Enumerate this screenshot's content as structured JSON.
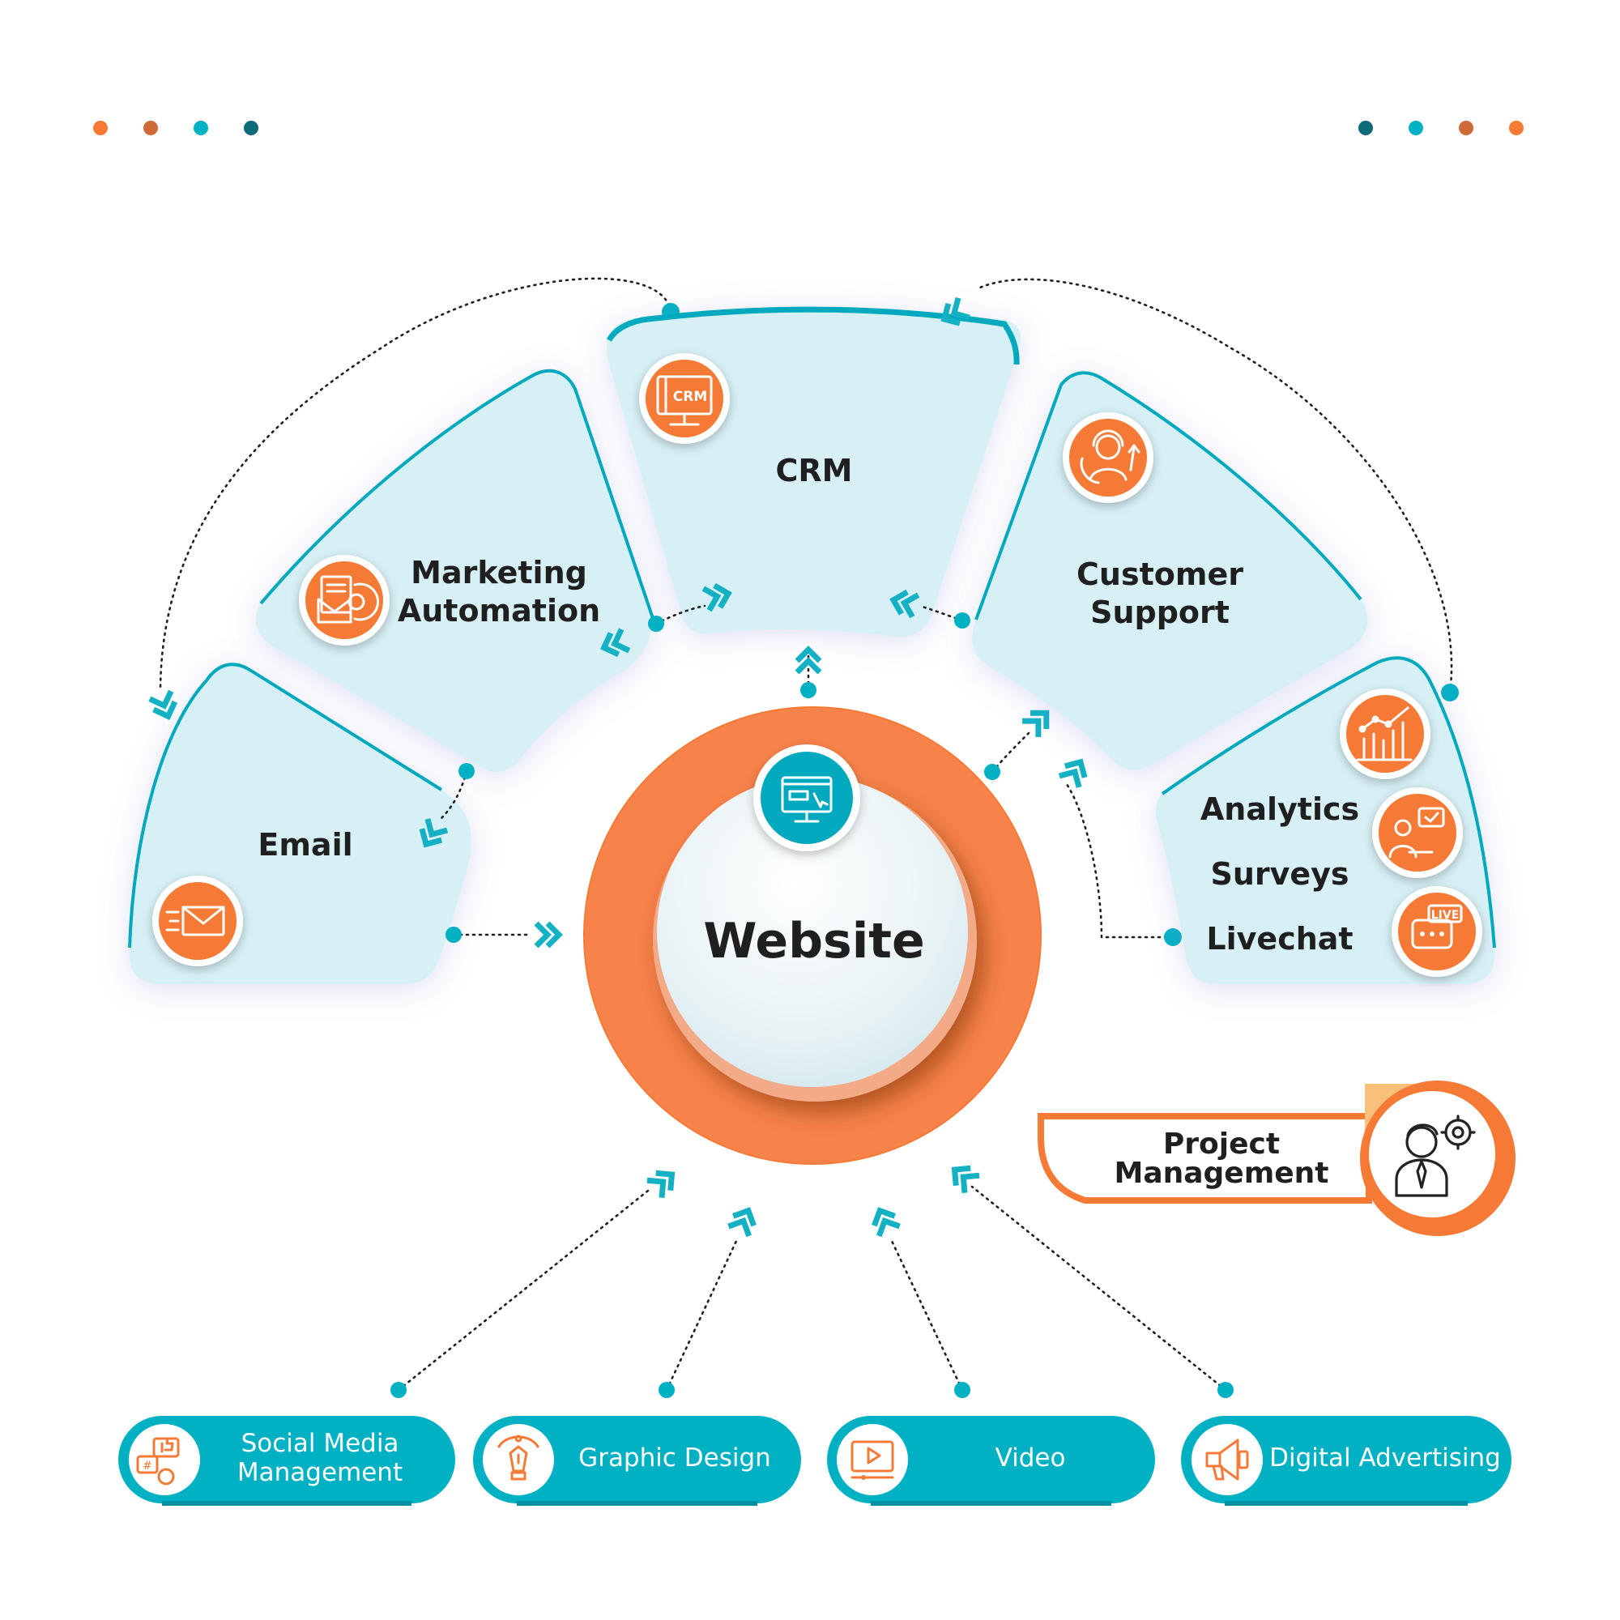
{
  "center": {
    "label": "Website"
  },
  "segments": {
    "email": {
      "label": "Email"
    },
    "marketing": {
      "line1": "Marketing",
      "line2": "Automation"
    },
    "crm": {
      "label": "CRM",
      "icon_text": "CRM"
    },
    "support": {
      "line1": "Customer",
      "line2": "Support"
    },
    "insights": {
      "analytics": "Analytics",
      "surveys": "Surveys",
      "livechat": "Livechat",
      "live_icon_text": "LIVE"
    }
  },
  "project_management": {
    "line1": "Project",
    "line2": "Management"
  },
  "services": [
    {
      "line1": "Social Media",
      "line2": "Management",
      "icon": "social-media-icon"
    },
    {
      "label": "Graphic Design",
      "icon": "pen-tool-icon"
    },
    {
      "label": "Video",
      "icon": "video-player-icon"
    },
    {
      "label": "Digital Advertising",
      "icon": "megaphone-icon"
    }
  ],
  "colors": {
    "orange": "#f47a36",
    "dark_orange": "#cf6a39",
    "teal": "#00b1c4",
    "dark_teal": "#0d6b7c",
    "panel": "#d6f0f5"
  }
}
